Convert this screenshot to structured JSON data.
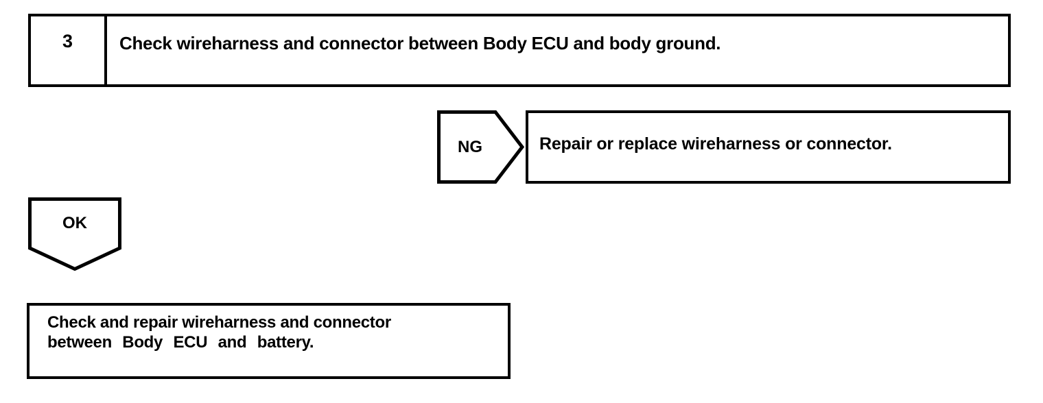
{
  "document": {
    "type": "troubleshooting-flowchart",
    "ink_color": "#000000",
    "background_color": "#ffffff"
  },
  "step": {
    "number": "3",
    "instruction": "Check wireharness and connector between Body ECU and body ground."
  },
  "branches": {
    "ng": {
      "label": "NG",
      "result_text": "Repair or replace wireharness or connector."
    },
    "ok": {
      "label": "OK"
    }
  },
  "final_action": {
    "line1": "Check and repair wireharness and connector",
    "line2": "between Body ECU and battery."
  }
}
